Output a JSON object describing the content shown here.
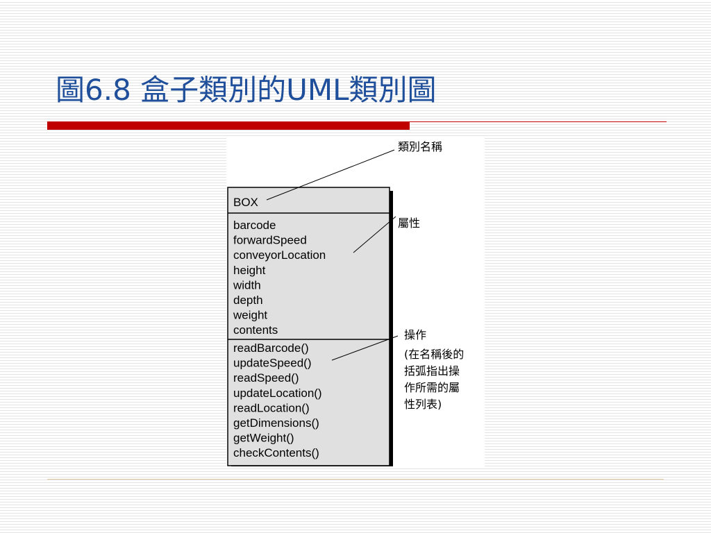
{
  "slide": {
    "title": "圖6.8 盒子類別的UML類別圖",
    "title_color": "#1f4e9a",
    "accent_color": "#c00000"
  },
  "uml_class": {
    "name": "BOX",
    "attributes": [
      "barcode",
      "forwardSpeed",
      "conveyorLocation",
      "height",
      "width",
      "depth",
      "weight",
      "contents"
    ],
    "operations": [
      "readBarcode()",
      "updateSpeed()",
      "readSpeed()",
      "updateLocation()",
      "readLocation()",
      "getDimensions()",
      "getWeight()",
      "checkContents()"
    ],
    "fill_color": "#e0e0e0"
  },
  "annotations": {
    "class_name": "類別名稱",
    "attributes": "屬性",
    "operations_title": "操作",
    "operations_note": [
      "(在名稱後的",
      "括弧指出操",
      "作所需的屬",
      "性列表)"
    ]
  }
}
